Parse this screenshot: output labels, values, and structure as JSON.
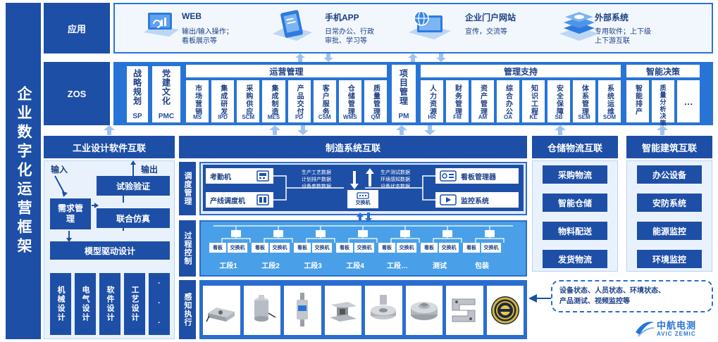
{
  "title": "企业数字化运营框架",
  "app_layer": {
    "label": "应用",
    "items": [
      {
        "name": "WEB",
        "desc1": "输出/输入操作；",
        "desc2": "看板展示等",
        "icon": "monitor-chart-icon"
      },
      {
        "name": "手机APP",
        "desc1": "日常办公、行政",
        "desc2": "审批、学习等",
        "icon": "phone-document-icon"
      },
      {
        "name": "企业门户网站",
        "desc1": "宣传，交流等",
        "desc2": "",
        "icon": "globe-monitor-icon"
      },
      {
        "name": "外部系统",
        "desc1": "专用软件；上下级",
        "desc2": "上下游互联",
        "icon": "server-stack-icon"
      }
    ]
  },
  "zos_layer": {
    "label": "ZOS",
    "strategy": [
      {
        "name": "战略规划",
        "code": "SP"
      },
      {
        "name": "党建文化",
        "code": "PMC"
      }
    ],
    "operations": {
      "title": "运营管理",
      "modules": [
        {
          "name": "市场营销",
          "code": "MS"
        },
        {
          "name": "集成研发",
          "code": "IPD"
        },
        {
          "name": "采购供应",
          "code": "SCM"
        },
        {
          "name": "集成制造",
          "code": "MES"
        },
        {
          "name": "产品交付",
          "code": "PD"
        },
        {
          "name": "客户服务",
          "code": "CSM"
        },
        {
          "name": "仓储管理",
          "code": "WMS"
        },
        {
          "name": "质量管理",
          "code": "QM"
        }
      ]
    },
    "project": {
      "name": "项目管理",
      "code": "PM"
    },
    "support": {
      "title": "管理支持",
      "modules": [
        {
          "name": "人力资源",
          "code": "HR"
        },
        {
          "name": "财务管理",
          "code": "FM"
        },
        {
          "name": "资产管理",
          "code": "AM"
        },
        {
          "name": "综合办公",
          "code": "OA"
        },
        {
          "name": "知识工程",
          "code": "KE"
        },
        {
          "name": "安全保障",
          "code": "SB"
        },
        {
          "name": "体系管理",
          "code": "SEM"
        },
        {
          "name": "系统运维",
          "code": "SOM"
        }
      ]
    },
    "decision": {
      "title": "智能决策",
      "modules": [
        {
          "name": "智能排产"
        },
        {
          "name": "质量分析决策"
        },
        {
          "name": "…"
        }
      ]
    }
  },
  "design": {
    "title": "工业设计软件互联",
    "input_label": "输入",
    "output_label": "输出",
    "demand": "需求管理",
    "test": "试验验证",
    "sim": "联合仿真",
    "model": "模型驱动设计",
    "bottom": [
      "机械设计",
      "电气设计",
      "软件设计",
      "工艺设计",
      "·  ·  ·"
    ]
  },
  "manufacturing": {
    "title": "制造系统互联",
    "dispatch": {
      "label": "调度管理",
      "left": [
        "考勤机",
        "产线调度机"
      ],
      "right": [
        "看板管理器",
        "监控系统"
      ],
      "data_left": [
        "生产工艺数据",
        "计划排产数据",
        "设备参数数据"
      ],
      "data_right": [
        "生产测试数据",
        "环境感知数据",
        "设备状态数据"
      ],
      "switch": "交换机"
    },
    "process": {
      "label": "过程控制",
      "kanban": "看板",
      "switch": "交换机",
      "sections": [
        "工段1",
        "工段2",
        "工段3",
        "工段4",
        "工段…",
        "测试",
        "包装"
      ]
    },
    "sensing": {
      "label": "感知执行",
      "sensor_icons": [
        "load-cell-icon",
        "column-sensor-icon",
        "tension-sensor-icon",
        "weighing-module-icon",
        "spoke-sensor-icon",
        "disc-sensor-icon",
        "s-type-sensor-icon",
        "rfid-coil-icon"
      ]
    }
  },
  "warehouse": {
    "title": "仓储物流互联",
    "items": [
      "采购物流",
      "智能仓储",
      "物料配送",
      "发货物流"
    ]
  },
  "building": {
    "title": "智能建筑互联",
    "items": [
      "办公设备",
      "安防系统",
      "能源监控",
      "环境监控"
    ]
  },
  "callout": {
    "line1": "设备状态、人员状态、环境状态、",
    "line2": "产品测试、视频监控等"
  },
  "logo": {
    "text": "中航电测",
    "sub": "AVIC ZEMIC"
  },
  "colors": {
    "navy": "#1e4fa6",
    "blue": "#2874d6",
    "panel": "#e9f2fc"
  }
}
